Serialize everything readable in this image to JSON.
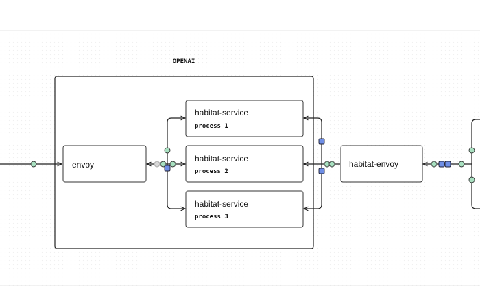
{
  "group": {
    "label": "OPENAI"
  },
  "nodes": {
    "envoy": {
      "label": "envoy"
    },
    "habitat_service_1": {
      "label": "habitat-service",
      "sublabel": "process 1"
    },
    "habitat_service_2": {
      "label": "habitat-service",
      "sublabel": "process 2"
    },
    "habitat_service_3": {
      "label": "habitat-service",
      "sublabel": "process 3"
    },
    "habitat_envoy": {
      "label": "habitat-envoy"
    }
  },
  "colors": {
    "line": "#222222",
    "box_border": "#333333",
    "box_fill": "#ffffff",
    "green_dot": "#a8e0c0",
    "blue_square": "#4a6fd0",
    "background": "#ffffff",
    "pattern": "#eeeeee"
  }
}
